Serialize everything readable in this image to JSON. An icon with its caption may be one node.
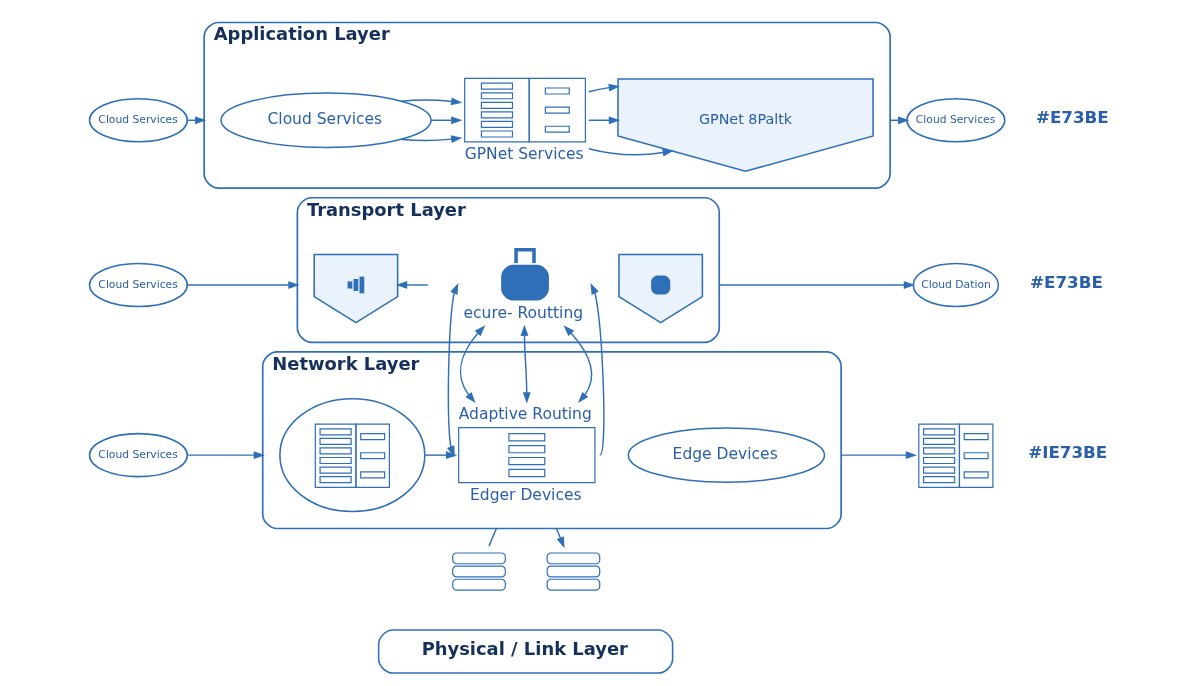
{
  "diagram": {
    "nodes": [
      {
        "text": [
          "Cloud Services"
        ]
      },
      {
        "text": [
          "Application Layer"
        ]
      },
      {
        "text": [
          "Cloud Services"
        ],
        "in": 1
      },
      {
        "text": [
          "GPNet Services"
        ],
        "in": 1
      },
      {
        "text": [
          "GPNet 8Paltk"
        ],
        "in": 1
      },
      {
        "text": [
          "Cloud Services"
        ],
        "beside": [
          "#E73BE"
        ]
      },
      {
        "text": [
          "Cloud Services"
        ]
      },
      {
        "text": [
          "Transport Layer"
        ]
      },
      {
        "text": [],
        "shape": "picture",
        "in": 7
      },
      {
        "text": [
          "ecure- Routting"
        ],
        "in": 7
      },
      {
        "text": [],
        "shape": "picture",
        "in": 7
      },
      {
        "text": [
          "Cloud Dation"
        ],
        "beside": [
          "#E73BE"
        ]
      },
      {
        "text": [
          "Cloud Services"
        ]
      },
      {
        "text": [
          "Network Layer"
        ]
      },
      {
        "text": [],
        "shape": "picture",
        "in": 13
      },
      {
        "text": [
          "Adaptive Routing",
          "Edger Devices"
        ],
        "in": 13
      },
      {
        "text": [
          "Edge Devices"
        ],
        "in": 13
      },
      {
        "text": [],
        "shape": "picture",
        "beside": [
          "#IE73BE"
        ]
      },
      {
        "text": [],
        "shape": "picture"
      },
      {
        "text": [],
        "shape": "picture"
      },
      {
        "text": [
          "Physical / Link Layer"
        ]
      }
    ],
    "edges": [
      {
        "from": 0,
        "to": 1,
        "arrow": "to"
      },
      {
        "from": 2,
        "to": 3,
        "arrow": "to"
      },
      {
        "from": 2,
        "to": 3,
        "arrow": "to"
      },
      {
        "from": 2,
        "to": 3,
        "arrow": "to"
      },
      {
        "from": 3,
        "to": 4,
        "arrow": "to"
      },
      {
        "from": 3,
        "to": 4,
        "arrow": "to"
      },
      {
        "from": 3,
        "to": 4,
        "arrow": "to"
      },
      {
        "from": 1,
        "to": 5,
        "arrow": "to"
      },
      {
        "from": 6,
        "to": 7,
        "arrow": "to"
      },
      {
        "from": null,
        "to": 8,
        "arrow": "to"
      },
      {
        "from": 7,
        "to": 11,
        "arrow": "to"
      },
      {
        "from": 12,
        "to": 13,
        "arrow": "to"
      },
      {
        "from": 14,
        "to": 15,
        "arrow": "to"
      },
      {
        "from": 9,
        "to": 15,
        "arrow": "both"
      },
      {
        "from": 9,
        "to": 15,
        "arrow": "both"
      },
      {
        "from": 9,
        "to": 15,
        "arrow": "both"
      },
      {
        "from": 9,
        "to": 15,
        "arrow": "both"
      },
      {
        "from": 15,
        "to": 9,
        "arrow": "to"
      },
      {
        "from": 13,
        "to": 18,
        "arrow": "none"
      },
      {
        "from": 13,
        "to": 19,
        "arrow": "to"
      },
      {
        "from": 13,
        "to": 17,
        "arrow": "to"
      }
    ]
  }
}
